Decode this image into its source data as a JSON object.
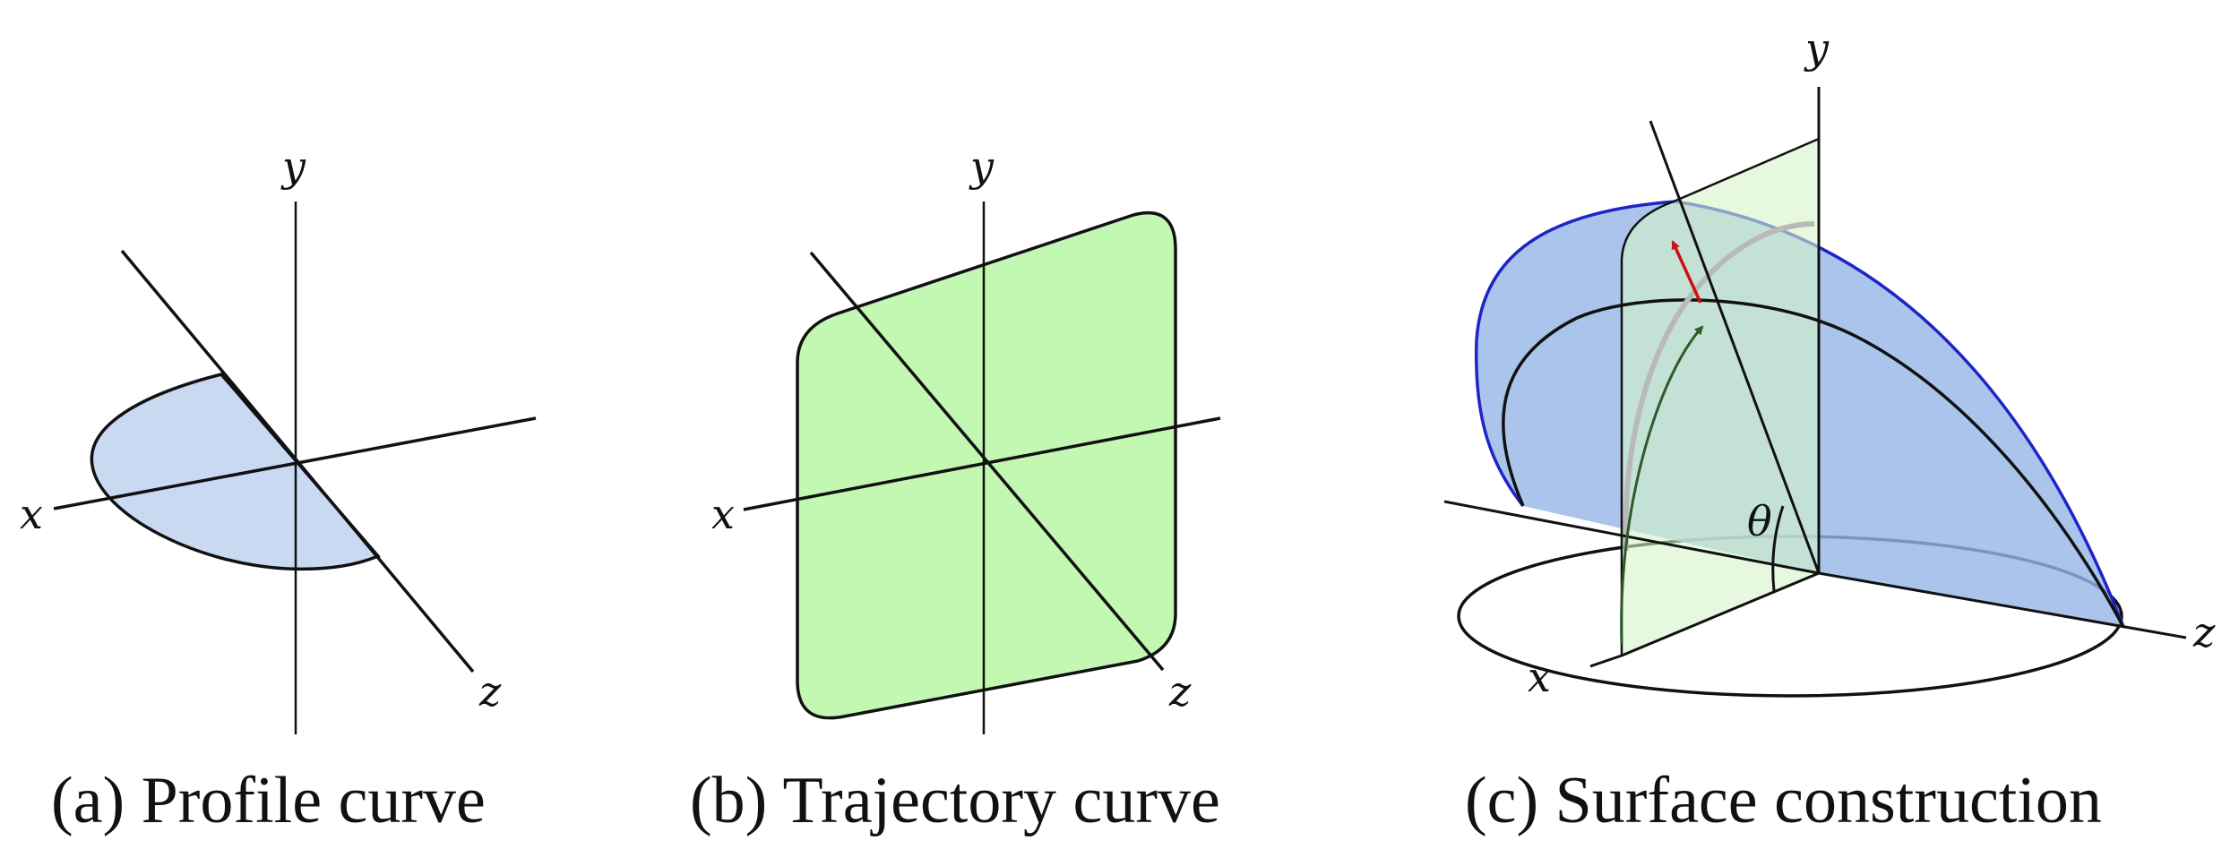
{
  "panels": [
    {
      "caption": "(a) Profile curve",
      "axis_labels": {
        "x": "x",
        "y": "y",
        "z": "z"
      }
    },
    {
      "caption": "(b) Trajectory curve",
      "axis_labels": {
        "x": "x",
        "y": "y",
        "z": "z"
      }
    },
    {
      "caption": "(c) Surface construction",
      "axis_labels": {
        "x": "x",
        "y": "y",
        "z": "z"
      },
      "angle_label": "θ"
    }
  ],
  "colors": {
    "profile_fill": "#c8d9f1",
    "trajectory_fill": "#c3f8b3",
    "surface_fill": "#95b5e6",
    "surface_edge": "#1f24c8",
    "plane_fill": "#d5f5c8",
    "red_arrow": "#cc1111",
    "green_arrow": "#2f5a2a"
  }
}
